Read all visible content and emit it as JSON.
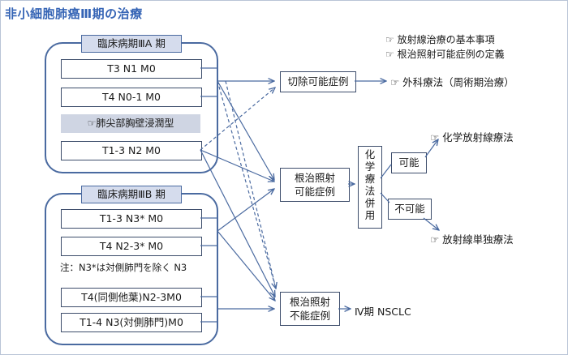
{
  "title": "非小細胞肺癌Ⅲ期の治療",
  "groups": {
    "a": {
      "label": "臨床病期ⅢA 期"
    },
    "b": {
      "label": "臨床病期ⅢB 期"
    }
  },
  "stages": {
    "t3n1m0": "T3 N1 M0",
    "t4n01m0": "T4 N0-1 M0",
    "pancoast": "☞肺尖部胸壁浸潤型",
    "t13n2m0": "T1-3 N2 M0",
    "t13n3m0": "T1-3 N3* M0",
    "t4n23m0": "T4 N2-3* M0",
    "note": "注：N3*は対側肺門を除く N3",
    "t4same": "T4(同側他葉)N2-3M0",
    "t14n3": "T1-4 N3(対側肺門)M0"
  },
  "decisions": {
    "resectable": "切除可能症例",
    "rt_possible": [
      "根治照射",
      "可能症例"
    ],
    "rt_impossible": [
      "根治照射",
      "不能症例"
    ],
    "combined": [
      "化",
      "学",
      "療",
      "法",
      "併",
      "用"
    ],
    "possible": "可能",
    "impossible": "不可能"
  },
  "outcomes": {
    "surgery": "☞ 外科療法（周術期治療）",
    "chemoradiation": "☞ 化学放射線療法",
    "rt_alone": "☞ 放射線単独療法",
    "stage4": "Ⅳ期 NSCLC"
  },
  "references": [
    "☞ 放射線治療の基本事項",
    "☞ 根治照射可能症例の定義"
  ],
  "colors": {
    "title": "#3564b5",
    "arrow": "#4a6aa0",
    "frame": "#4a6aa0",
    "label_fill": "#d5dced",
    "shaded_fill": "#cfd5e3"
  }
}
